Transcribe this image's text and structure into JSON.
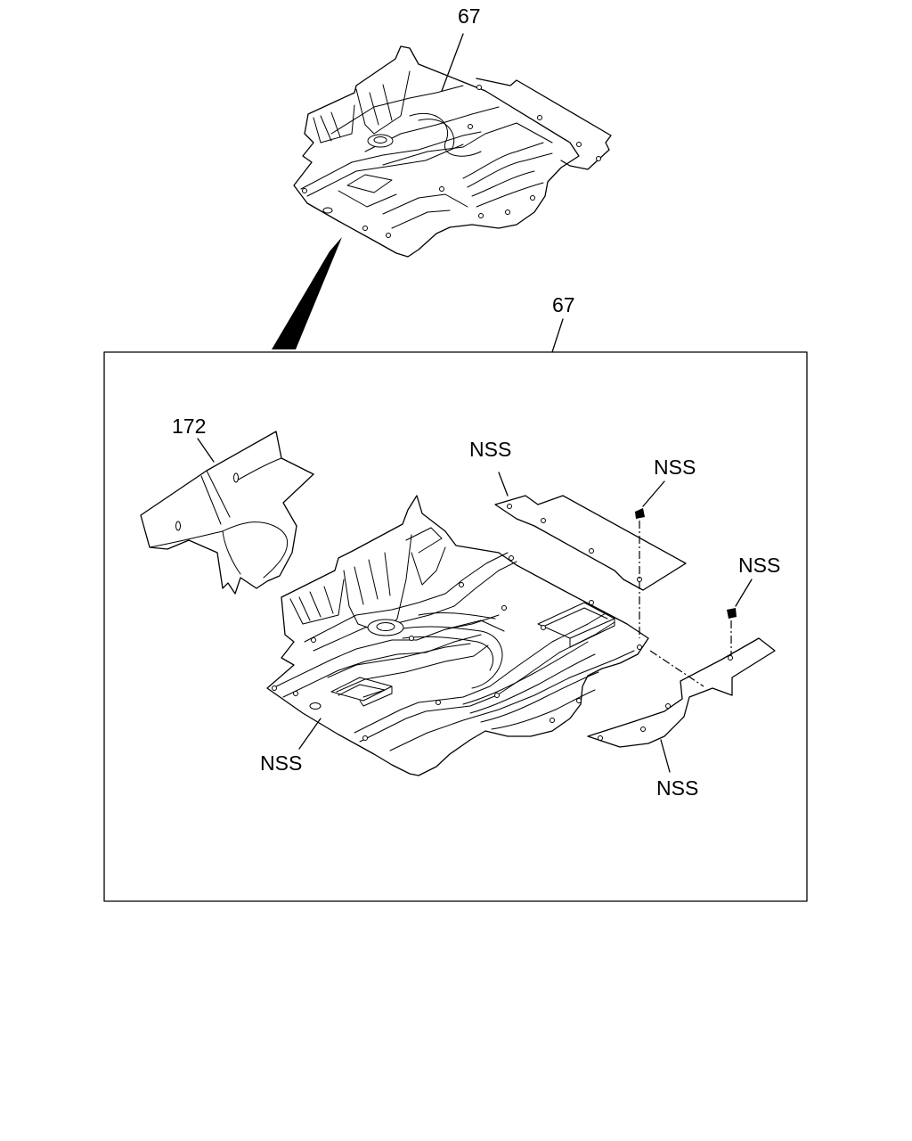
{
  "callouts": {
    "top_assembly": "67",
    "detail_assembly": "67",
    "insulator_172": "172",
    "nss_top_pad": "NSS",
    "nss_clip_1": "NSS",
    "nss_clip_2": "NSS",
    "nss_floor_pad": "NSS",
    "nss_side_pad": "NSS"
  }
}
